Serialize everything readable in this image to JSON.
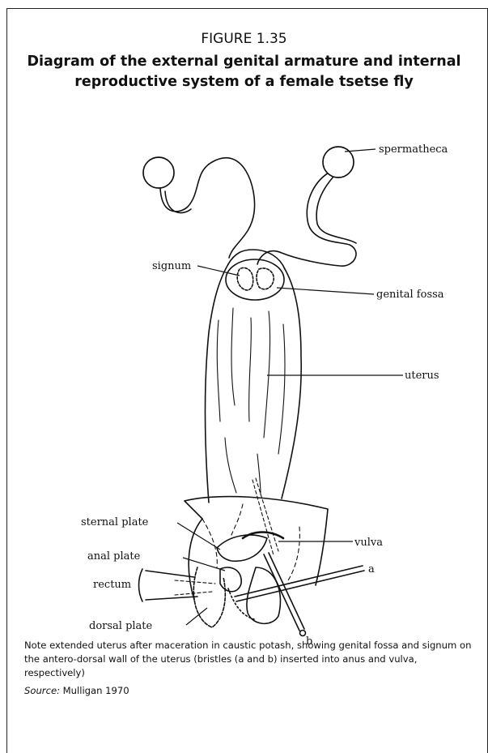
{
  "figure": {
    "number": "FIGURE 1.35",
    "title": "Diagram of the external genital armature and internal reproductive system of a female tsetse fly"
  },
  "labels": {
    "spermatheca": "spermatheca",
    "signum": "signum",
    "genital_fossa": "genital fossa",
    "uterus": "uterus",
    "sternal_plate": "sternal plate",
    "vulva": "vulva",
    "anal_plate": "anal plate",
    "bristle_a": "a",
    "rectum": "rectum",
    "bristle_b": "b",
    "dorsal_plate": "dorsal plate"
  },
  "note": "Note extended uterus after maceration in caustic potash, showing genital fossa and signum on the antero-dorsal wall of the uterus (bristles (a and b) inserted into anus and vulva, respectively)",
  "source": {
    "label": "Source:",
    "text": "Mulligan 1970"
  }
}
